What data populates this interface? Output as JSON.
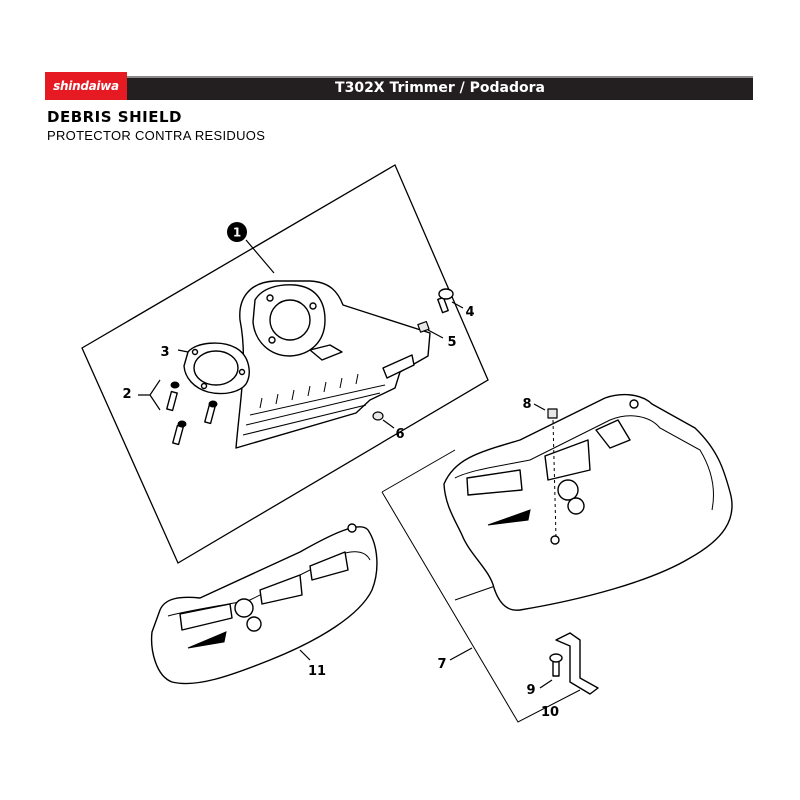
{
  "header": {
    "brand": "shindaiwa",
    "model_title": "T302X Trimmer / Podadora",
    "brand_color": "#e51a23",
    "bar_color": "#231f20"
  },
  "section": {
    "title": "DEBRIS SHIELD",
    "subtitle": "PROTECTOR CONTRA RESIDUOS"
  },
  "callouts": {
    "c1": "1",
    "c2": "2",
    "c3": "3",
    "c4": "4",
    "c5": "5",
    "c6": "6",
    "c7": "7",
    "c8": "8",
    "c9": "9",
    "c10": "10",
    "c11": "11"
  }
}
